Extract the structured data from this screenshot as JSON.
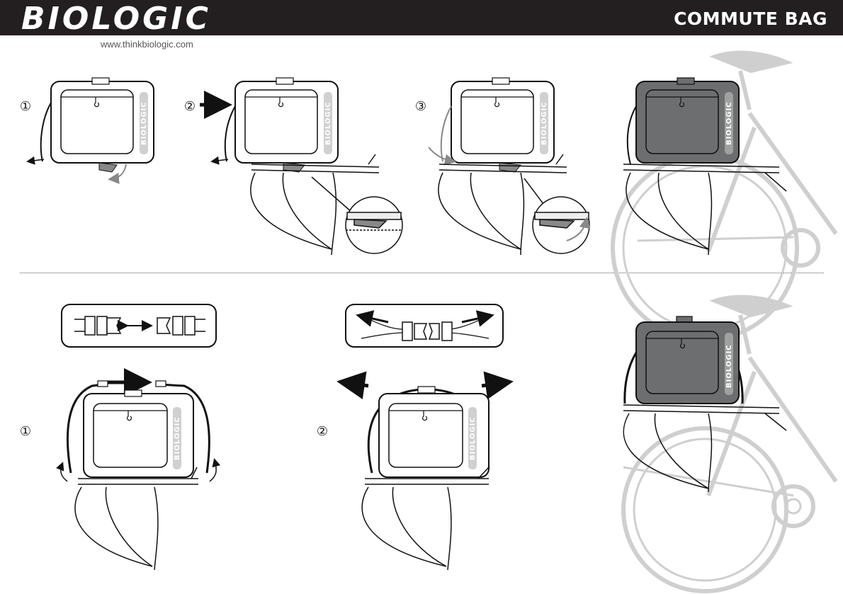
{
  "header": {
    "brand": "BIOLOGIC",
    "website": "www.thinkbiologic.com",
    "title": "COMMUTE BAG"
  },
  "bag_brand": "BIOLOGIC",
  "steps": {
    "top": [
      "①",
      "②",
      "③"
    ],
    "bottom": [
      "①",
      "②"
    ]
  },
  "colors": {
    "header_bg": "#231f20",
    "bag_dark": "#6d6e70",
    "bike_gray": "#cfcfcf",
    "line": "#111111"
  }
}
